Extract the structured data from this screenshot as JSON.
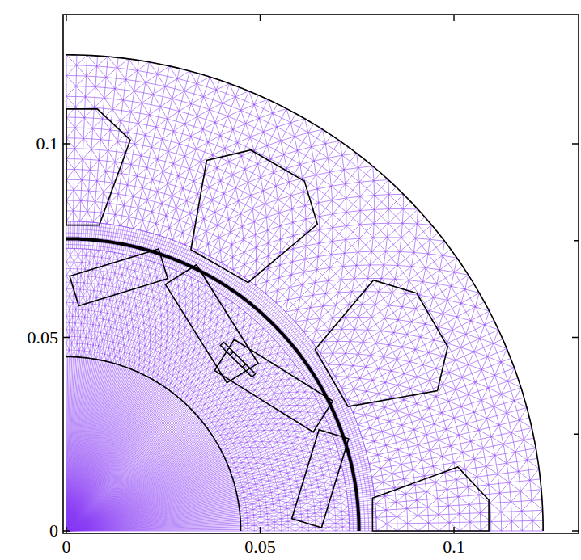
{
  "diagram": {
    "labels": [
      "0.1",
      "0.05",
      "0",
      "0",
      "0.05",
      "0.1"
    ]
  }
}
